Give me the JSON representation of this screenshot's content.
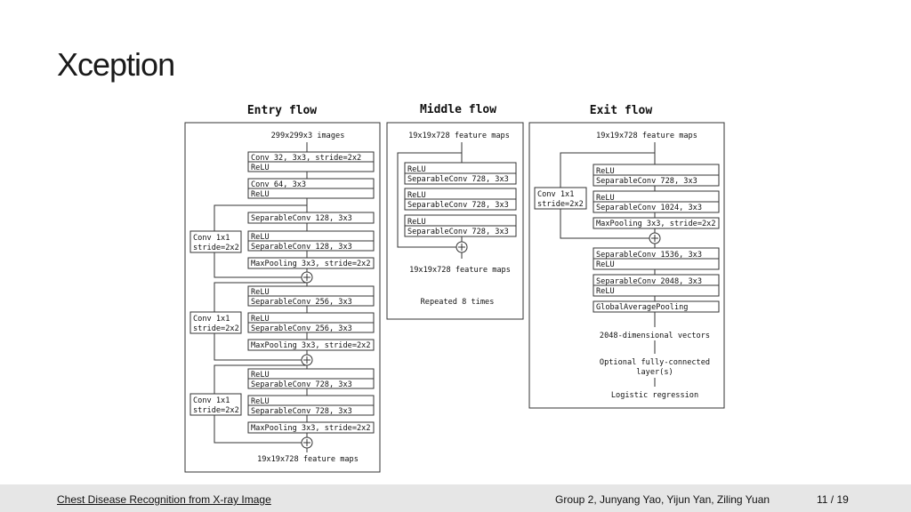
{
  "slide": {
    "title": "Xception",
    "footer": {
      "left": "Chest Disease Recognition from X-ray Image",
      "authors": "Group 2, Junyang Yao, Yijun Yan, Ziling Yuan",
      "page": "11 / 19"
    }
  },
  "diagram": {
    "entry": {
      "title": "Entry flow",
      "input": "299x299x3 images",
      "block1": [
        "Conv 32, 3x3, stride=2x2",
        "ReLU"
      ],
      "block2": [
        "Conv 64, 3x3",
        "ReLU"
      ],
      "skip_label": [
        "Conv 1x1",
        "stride=2x2"
      ],
      "sep128_a": "SeparableConv 128, 3x3",
      "sep128_b": [
        "ReLU",
        "SeparableConv 128, 3x3"
      ],
      "sep256_a": [
        "ReLU",
        "SeparableConv 256, 3x3"
      ],
      "sep256_b": [
        "ReLU",
        "SeparableConv 256, 3x3"
      ],
      "sep728_a": [
        "ReLU",
        "SeparableConv 728, 3x3"
      ],
      "sep728_b": [
        "ReLU",
        "SeparableConv 728, 3x3"
      ],
      "maxpool": "MaxPooling 3x3, stride=2x2",
      "output": "19x19x728 feature maps"
    },
    "middle": {
      "title": "Middle flow",
      "input": "19x19x728 feature maps",
      "blocks": [
        [
          "ReLU",
          "SeparableConv 728, 3x3"
        ],
        [
          "ReLU",
          "SeparableConv 728, 3x3"
        ],
        [
          "ReLU",
          "SeparableConv 728, 3x3"
        ]
      ],
      "output": "19x19x728 feature maps",
      "repeat": "Repeated 8 times"
    },
    "exit": {
      "title": "Exit flow",
      "input": "19x19x728 feature maps",
      "skip_label": [
        "Conv 1x1",
        "stride=2x2"
      ],
      "block1": [
        "ReLU",
        "SeparableConv 728, 3x3"
      ],
      "block2": [
        "ReLU",
        "SeparableConv 1024, 3x3"
      ],
      "maxpool": "MaxPooling 3x3, stride=2x2",
      "block3": [
        "SeparableConv 1536, 3x3",
        "ReLU"
      ],
      "block4": [
        "SeparableConv 2048, 3x3",
        "ReLU"
      ],
      "gap": "GlobalAveragePooling",
      "vectors": "2048-dimensional vectors",
      "fc": [
        "Optional fully-connected",
        "layer(s)"
      ],
      "logistic": "Logistic regression"
    }
  }
}
